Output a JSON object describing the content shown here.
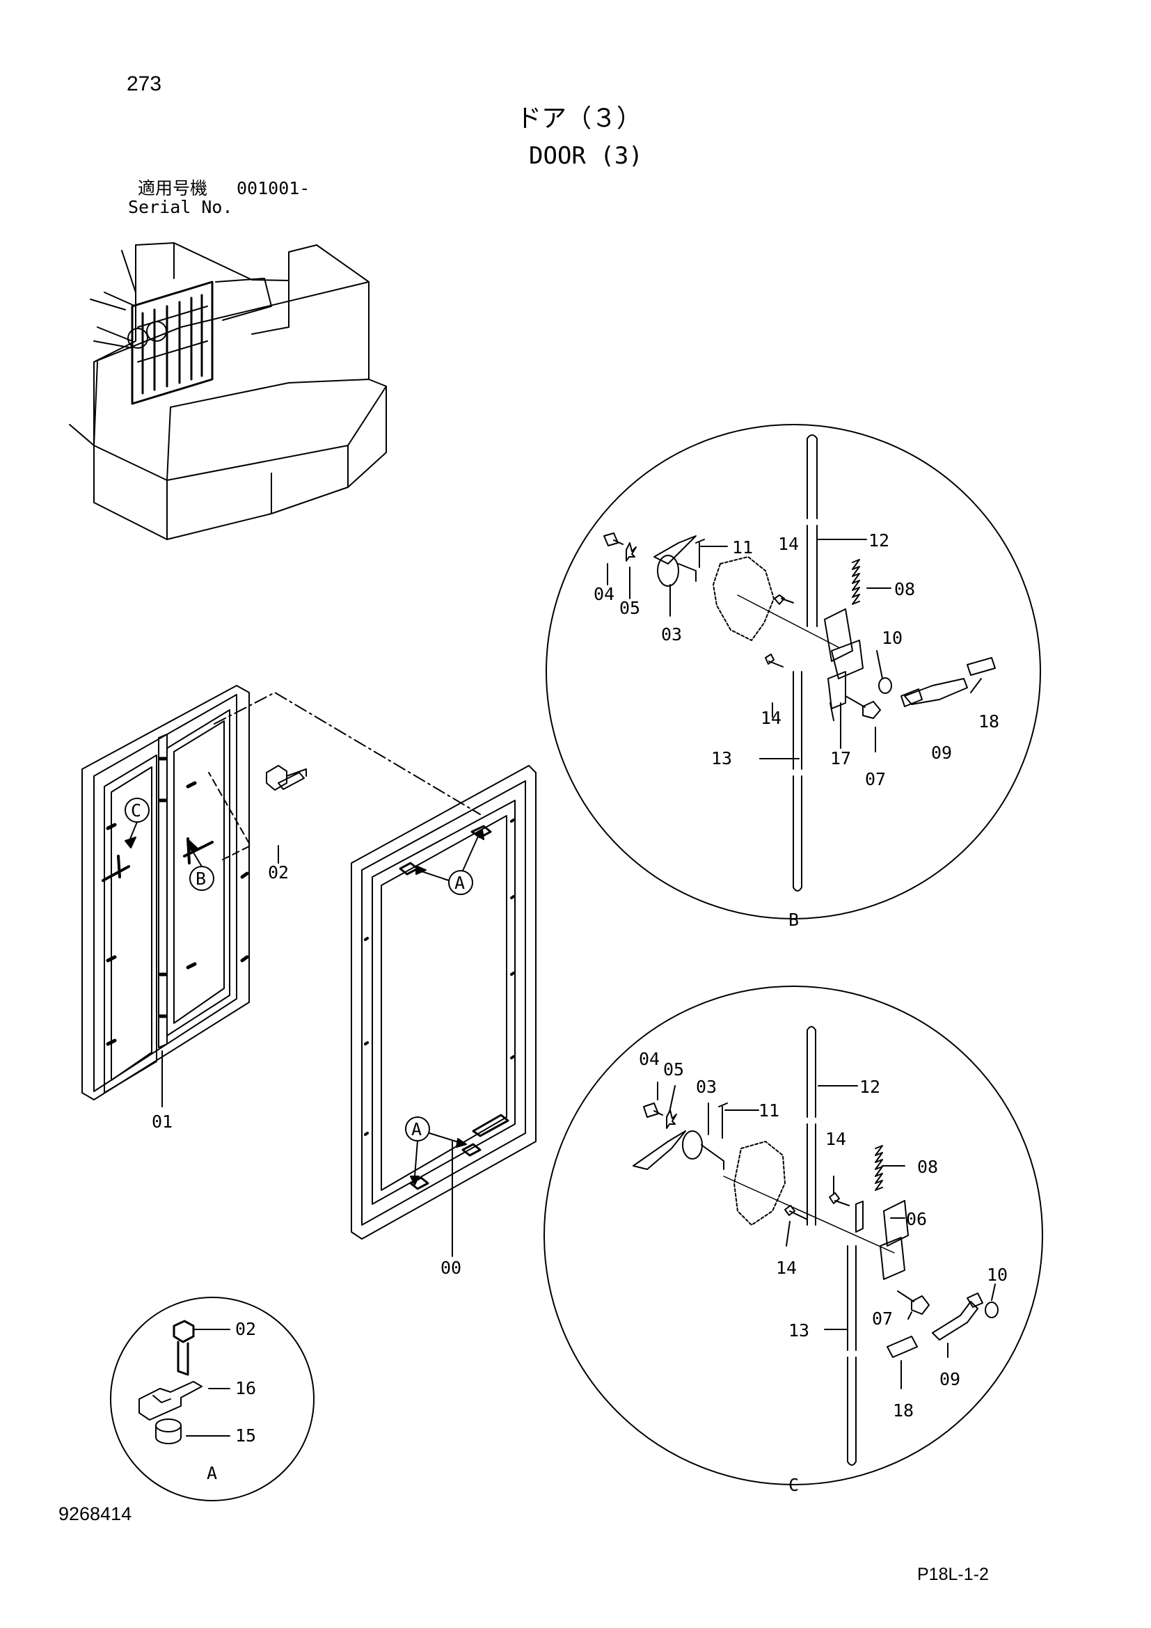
{
  "header": {
    "page_number": "273",
    "title_jp": "ドア（３）",
    "title_en": "DOOR (3)",
    "serial_label_jp": "適用号機",
    "serial_value": "001001-",
    "serial_label_en": "Serial No."
  },
  "footer": {
    "doc_number": "9268414",
    "sheet_ref": "P18L-1-2"
  },
  "callouts": {
    "A": "A",
    "B": "B",
    "C": "C"
  },
  "parts": {
    "p00": "00",
    "p01": "01",
    "p02": "02",
    "p03": "03",
    "p04": "04",
    "p05": "05",
    "p06": "06",
    "p07": "07",
    "p08": "08",
    "p09": "09",
    "p10": "10",
    "p11": "11",
    "p12": "12",
    "p13": "13",
    "p14": "14",
    "p15": "15",
    "p16": "16",
    "p17": "17",
    "p18": "18"
  }
}
